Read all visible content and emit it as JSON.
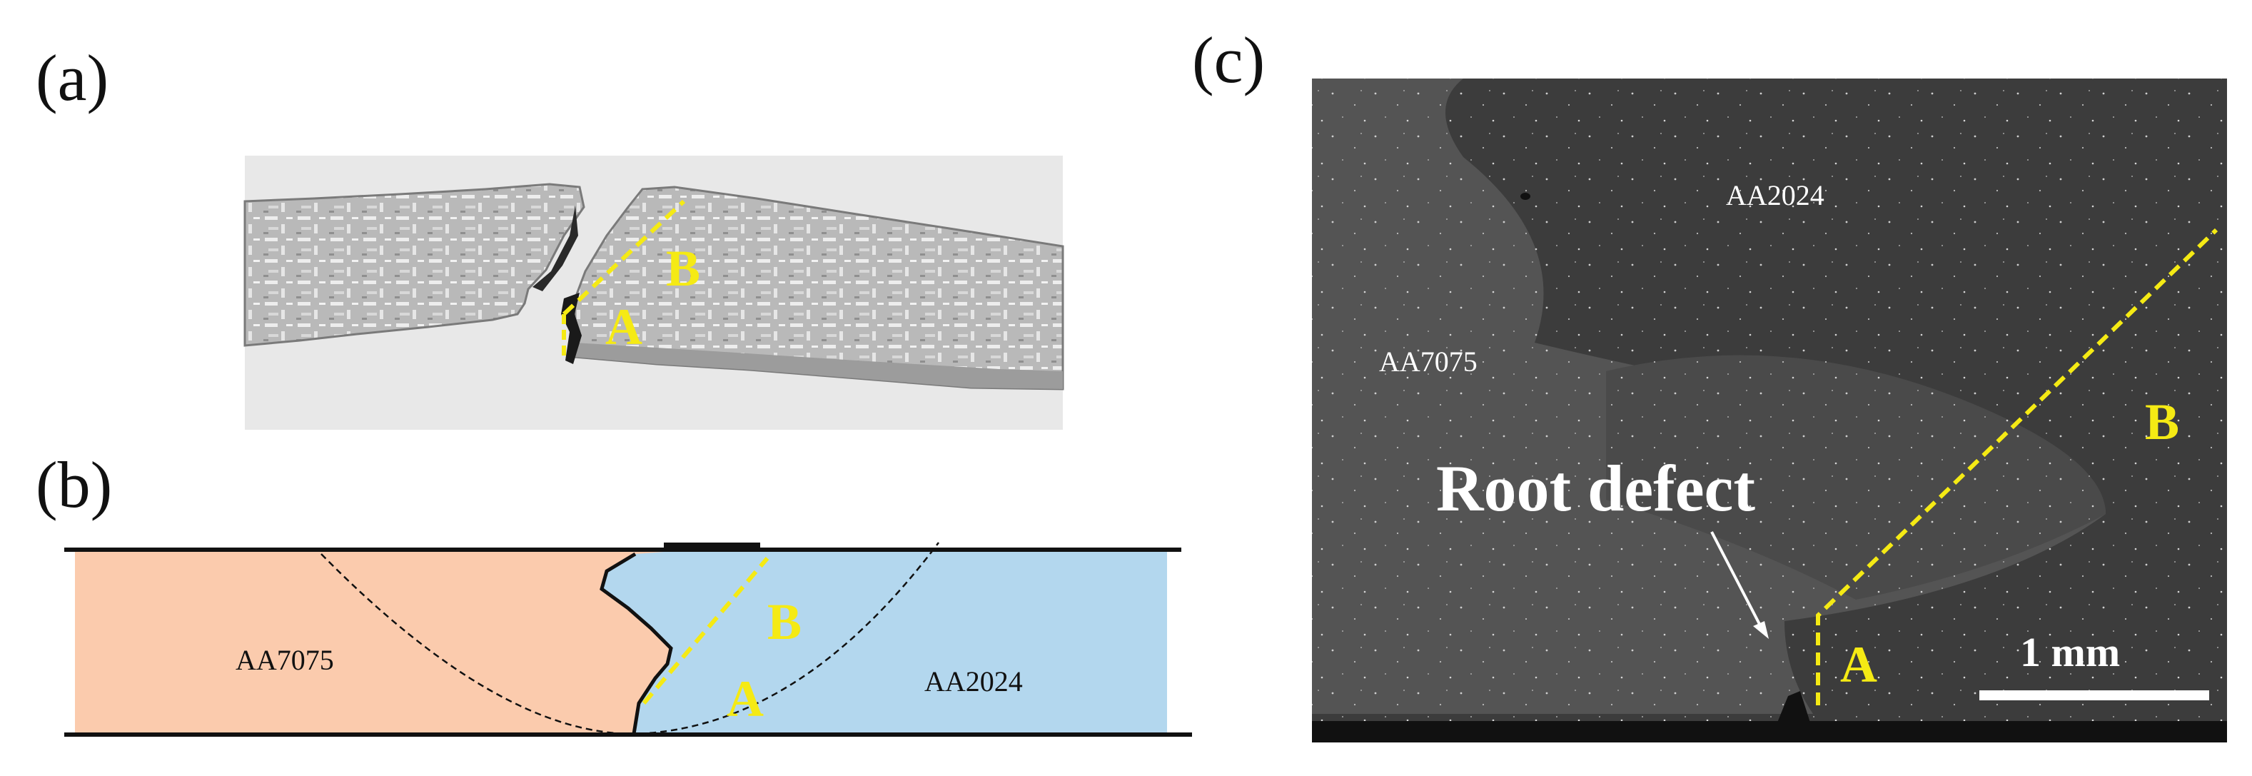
{
  "panels": {
    "a": {
      "letter": "(a)",
      "label_b": "B",
      "label_a": "A"
    },
    "b": {
      "letter": "(b)",
      "label_b": "B",
      "label_a": "A",
      "left_material": "AA7075",
      "right_material": "AA2024"
    },
    "c": {
      "letter": "(c)",
      "top_material": "AA2024",
      "left_material": "AA7075",
      "label_b": "B",
      "label_a": "A",
      "callout": "Root defect",
      "scale_bar": "1 mm"
    }
  },
  "colors": {
    "dashed_line": "#f5ea14",
    "aa7075_fill": "#fbcbad",
    "aa2024_fill": "#b3d7ee",
    "sem_background": "#3c3c3c"
  }
}
